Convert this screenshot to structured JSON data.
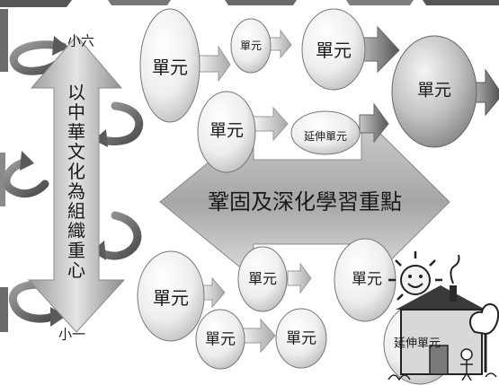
{
  "grade_top": "小六",
  "grade_bottom": "小一",
  "axis_label": "以中華文化為組織重心",
  "center_label": "鞏固及深化學習重點",
  "unit_label": "單元",
  "extension_label": "延伸單元",
  "colors": {
    "background": "#ffffff",
    "text": "#1a1a1a",
    "arrow_dark": "#5c5c5c",
    "arrow_light": "#dcdcdc"
  }
}
